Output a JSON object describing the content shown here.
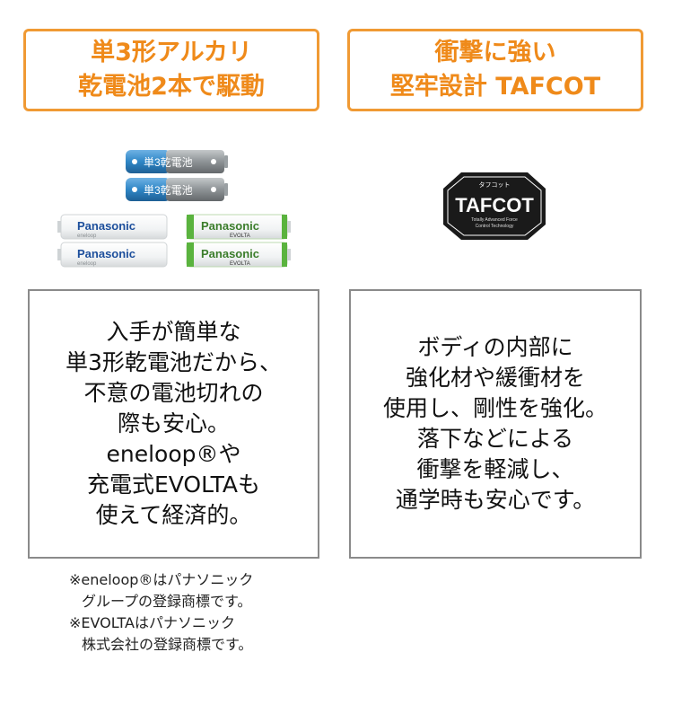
{
  "badges": {
    "left": {
      "line1": "単3形アルカリ",
      "line2": "乾電池2本で駆動"
    },
    "right": {
      "line1": "衝撃に強い",
      "line2": "堅牢設計 TAFCOT"
    }
  },
  "battery_image": {
    "blue_label": "単3乾電池",
    "brand": "Panasonic",
    "eneloop_label": "eneloop",
    "evolta_label": "EVOLTA",
    "colors": {
      "blue": "#2f86c6",
      "gray": "#8e9396",
      "green": "#5ab33e",
      "panasonic_blue": "#1d4f9c"
    }
  },
  "logo": {
    "top_text": "タフコット",
    "name": "TAFCOT",
    "sub1": "Totally Advanced Force",
    "sub2": "Control Technology"
  },
  "panels": {
    "left": [
      "入手が簡単な",
      "単3形乾電池だから、",
      "不意の電池切れの",
      "際も安心。",
      "eneloop®や",
      "充電式EVOLTAも",
      "使えて経済的。"
    ],
    "right": [
      "ボディの内部に",
      "強化材や緩衝材を",
      "使用し、剛性を強化。",
      "落下などによる",
      "衝撃を軽減し、",
      "通学時も安心です。"
    ]
  },
  "notes": [
    "※eneloop®はパナソニック",
    "グループの登録商標です。",
    "※EVOLTAはパナソニック",
    "株式会社の登録商標です。"
  ],
  "colors": {
    "accent": "#f09a34",
    "panel_border": "#8a8a8a"
  }
}
